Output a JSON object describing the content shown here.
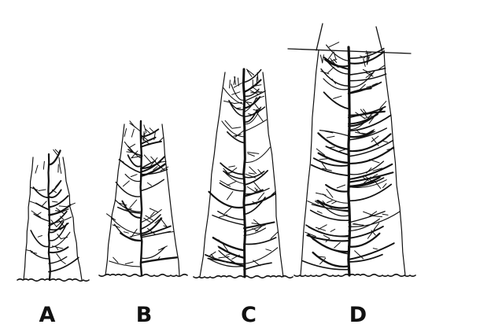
{
  "figure": {
    "labels": [
      "A",
      "B",
      "C",
      "D"
    ],
    "ink_color": "#111111",
    "background_color": "#ffffff"
  }
}
